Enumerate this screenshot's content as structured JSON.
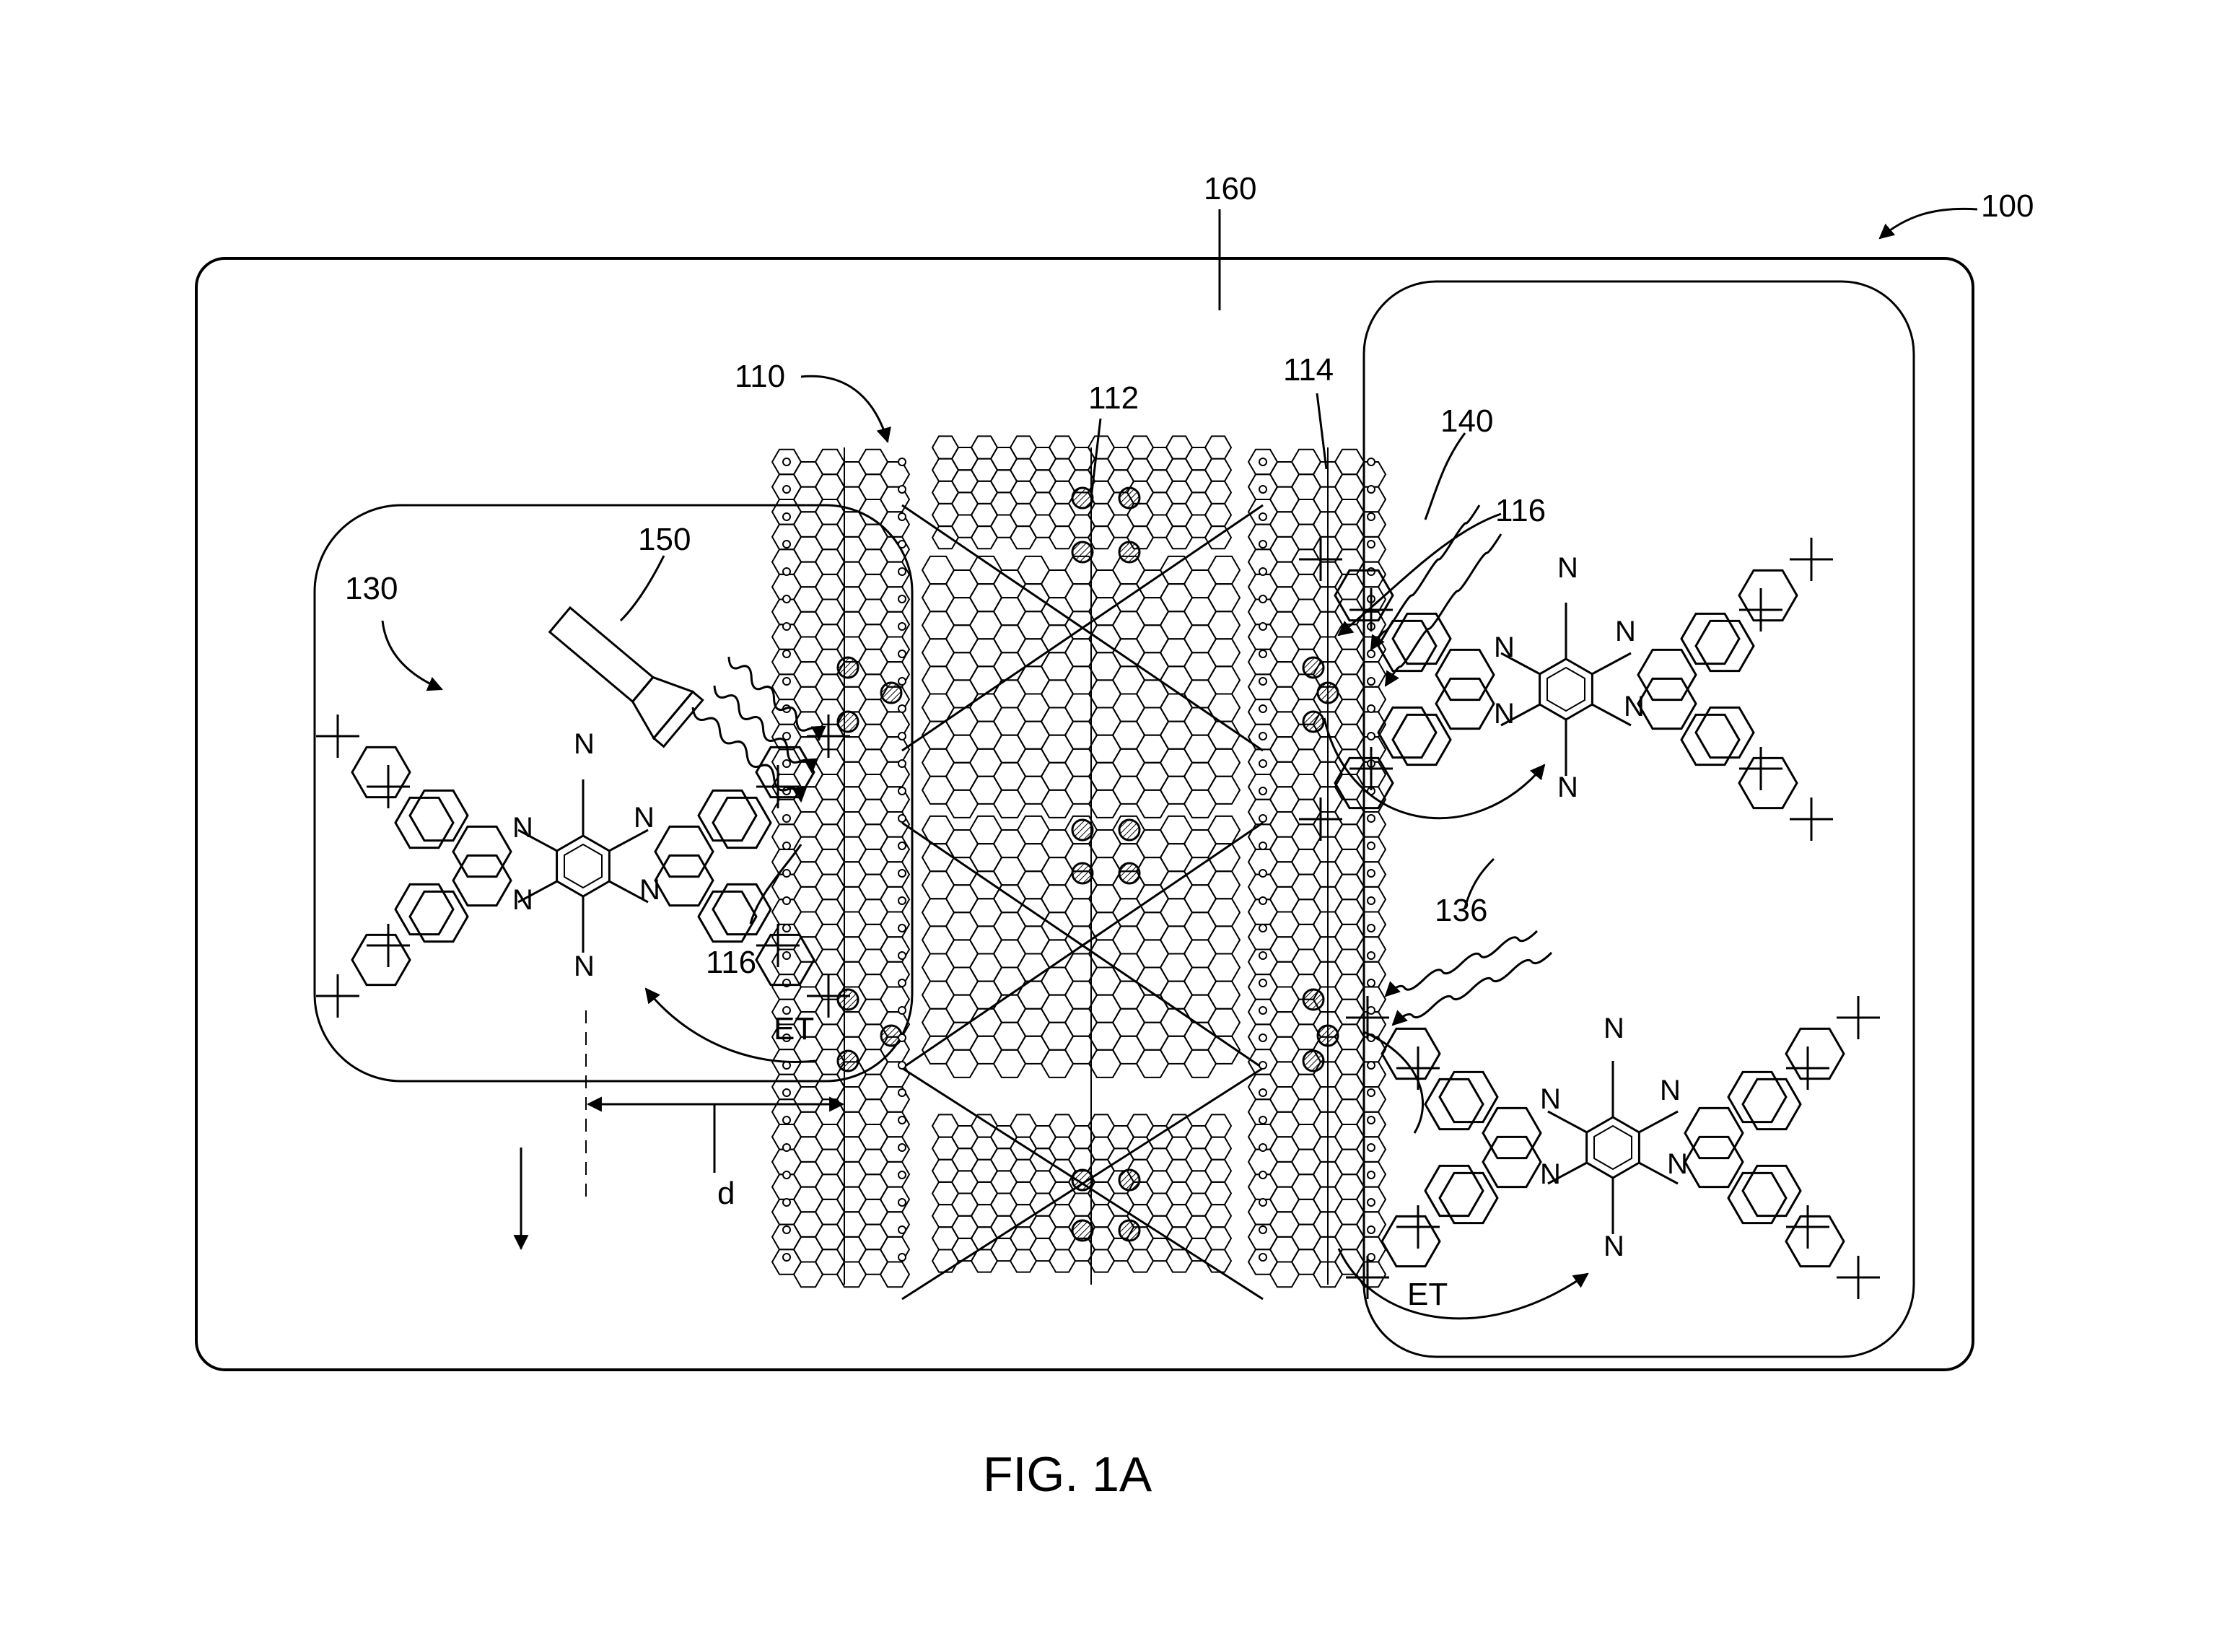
{
  "figure": {
    "caption": "FIG. 1A",
    "refs": {
      "r100": "100",
      "r160": "160",
      "r110": "110",
      "r112": "112",
      "r114": "114",
      "r140": "140",
      "r116a": "116",
      "r116b": "116",
      "r150": "150",
      "r130": "130",
      "r136": "136"
    },
    "annotations": {
      "distance": "d",
      "energy_transfer_right": "ET",
      "energy_transfer_left": "ET"
    },
    "atom_labels": {
      "nitrogen": "N"
    }
  }
}
